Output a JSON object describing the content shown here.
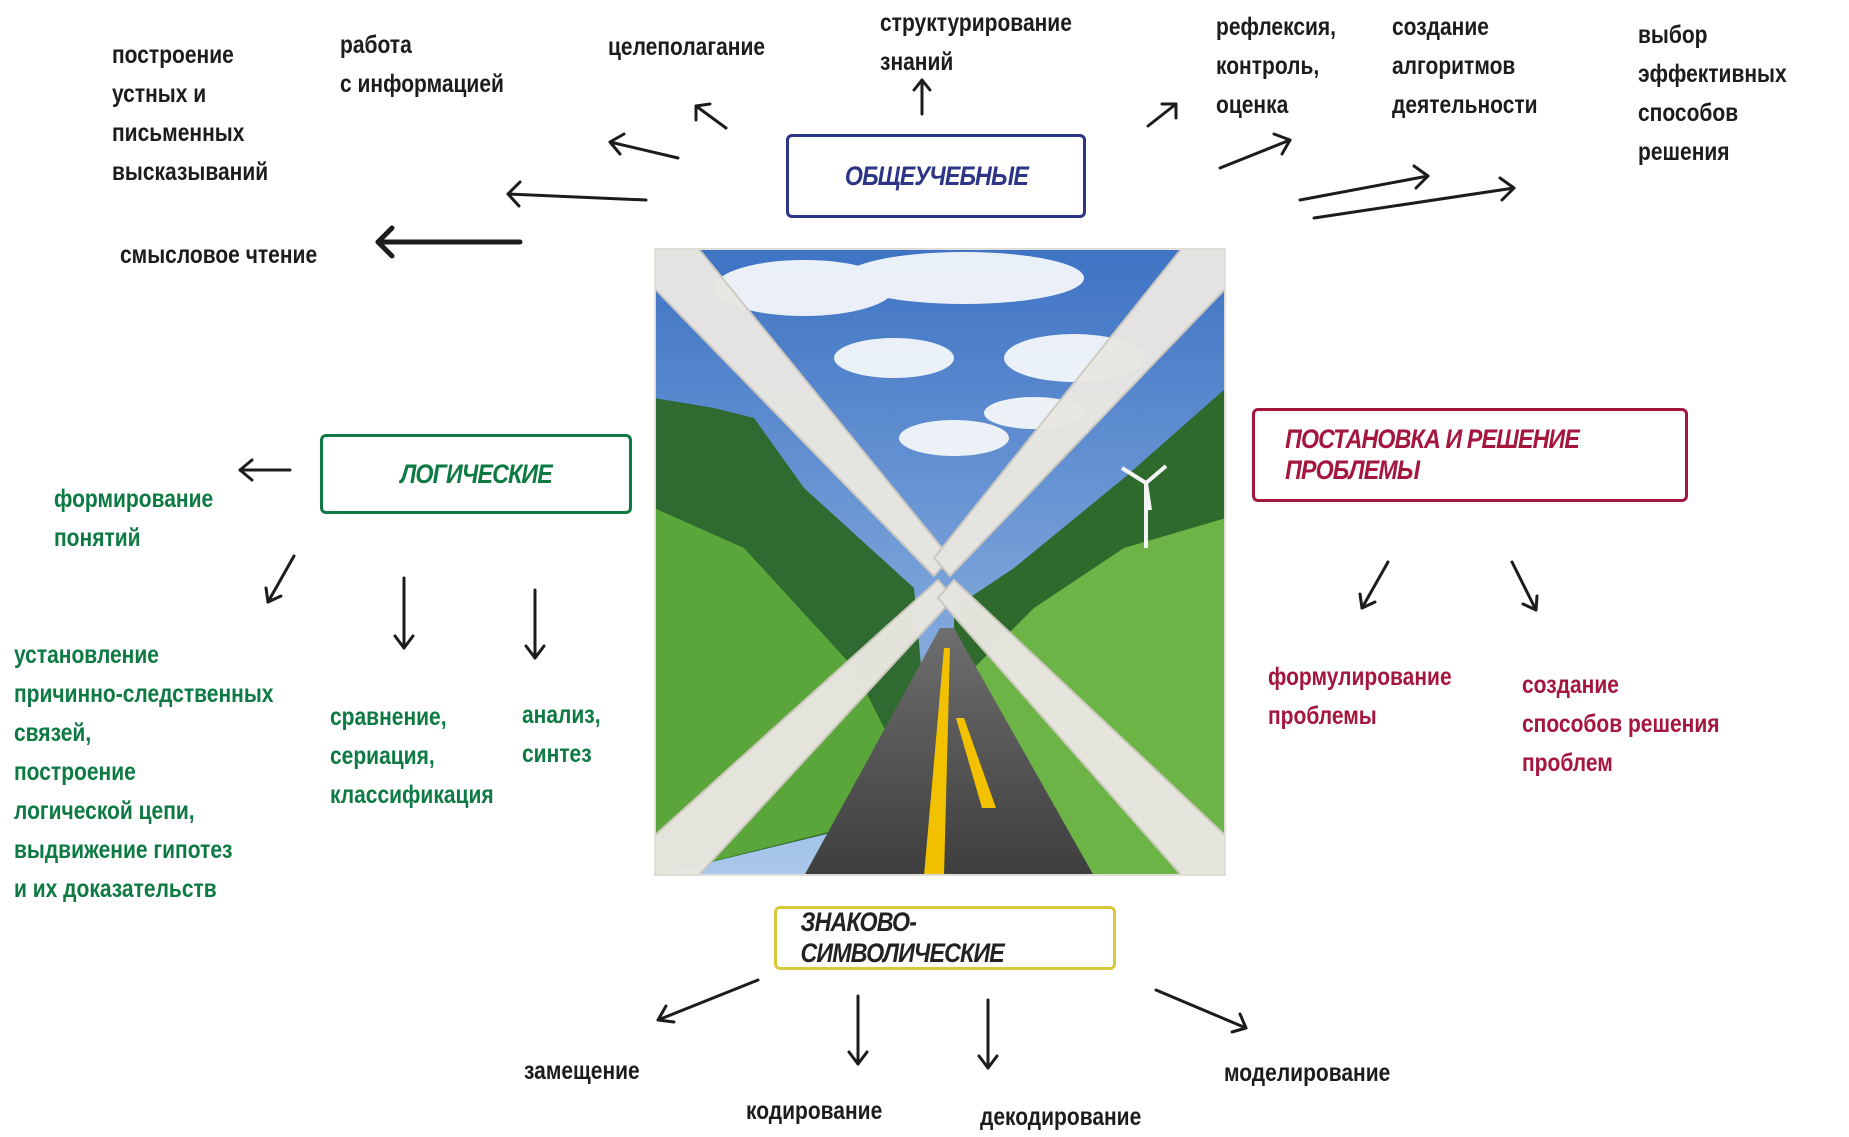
{
  "categories": {
    "general": {
      "title": "ОБЩЕУЧЕБНЫЕ",
      "color": "#2c3587"
    },
    "logical": {
      "title": "ЛОГИЧЕСКИЕ",
      "color": "#0e7a43"
    },
    "problem": {
      "title": "ПОСТАНОВКА И РЕШЕНИЕ ПРОБЛЕМЫ",
      "color": "#a5163e"
    },
    "symbolic": {
      "title": "ЗНАКОВО-СИМВОЛИЧЕСКИЕ",
      "color": "#d8c93c"
    }
  },
  "general_items": {
    "oral_written": "построение\nустных и\nписьменных\nвысказываний",
    "information": "работа\nс информацией",
    "goal_setting": "целеполагание",
    "structuring": "структурирование\nзнаний",
    "reflection": "рефлексия,\nконтроль,\nоценка",
    "algorithms": "создание\nалгоритмов\n деятельности",
    "choice": "выбор\nэффективных\nспособов решения",
    "reading": "смысловое чтение"
  },
  "logical_items": {
    "concepts": "формирование\nпонятий",
    "causal": "установление\nпричинно-следственных\nсвязей,\nпостроение\nлогической цепи,\nвыдвижение гипотез\nи их доказательств",
    "comparison": "сравнение,\nсериация,\nклассификация",
    "analysis": "анализ,\nсинтез"
  },
  "problem_items": {
    "formulation": "формулирование\nпроблемы",
    "methods": "создание\nспособов решения\nпроблем"
  },
  "symbolic_items": {
    "substitution": "замещение",
    "coding": "кодирование",
    "decoding": "декодирование",
    "modeling": "моделирование"
  },
  "center_image": {
    "icon": "road-landscape-envelope-picture",
    "sky": "#5b8fd0",
    "grass": "#4f9a2c",
    "road": "#505050",
    "stripe": "#f2c200"
  }
}
